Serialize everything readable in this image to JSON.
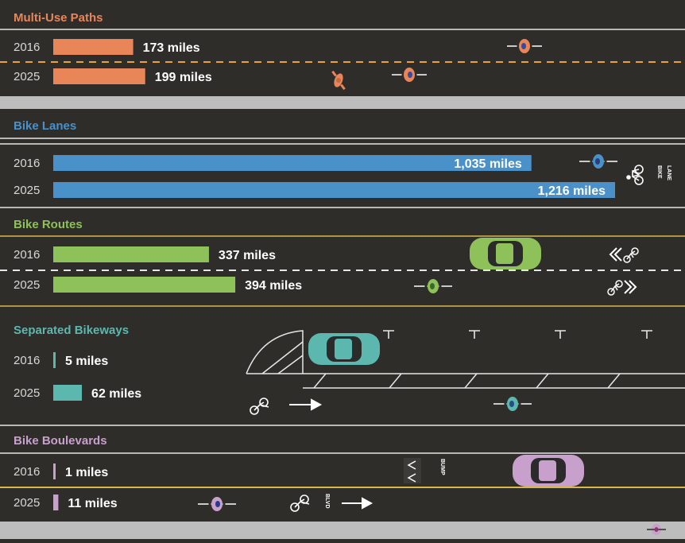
{
  "colors": {
    "multi_use": "#e8865a",
    "bike_lanes": "#4a90c9",
    "bike_routes": "#8fc15a",
    "separated": "#5cb8ae",
    "boulevards": "#c8a0cc",
    "road": "#2e2d29",
    "road_divider": "#bdbdbd"
  },
  "chart_data": {
    "type": "bar",
    "x_unit": "miles",
    "categories": [
      "2016",
      "2025"
    ],
    "groups": [
      {
        "name": "Multi-Use Paths",
        "key": "multi_use",
        "values": [
          173,
          199
        ],
        "labels": [
          "173 miles",
          "199 miles"
        ],
        "label_inside": false
      },
      {
        "name": "Bike Lanes",
        "key": "bike_lanes",
        "values": [
          1035,
          1216
        ],
        "labels": [
          "1,035 miles",
          "1,216 miles"
        ],
        "label_inside": true
      },
      {
        "name": "Bike Routes",
        "key": "bike_routes",
        "values": [
          337,
          394
        ],
        "labels": [
          "337 miles",
          "394 miles"
        ],
        "label_inside": false
      },
      {
        "name": "Separated Bikeways",
        "key": "separated",
        "values": [
          5,
          62
        ],
        "labels": [
          "5 miles",
          "62 miles"
        ],
        "label_inside": false
      },
      {
        "name": "Bike Boulevards",
        "key": "boulevards",
        "values": [
          1,
          11
        ],
        "labels": [
          "1 miles",
          "11 miles"
        ],
        "label_inside": false
      }
    ]
  },
  "road_markings": {
    "lane_lines": [
      "LANE",
      "BIKE"
    ],
    "bump": "BUMP",
    "blvd": "BLVD"
  },
  "icons": [
    "cyclist-icon",
    "car-icon",
    "bicycle-icon",
    "arrow-icon",
    "chevron-icon"
  ]
}
